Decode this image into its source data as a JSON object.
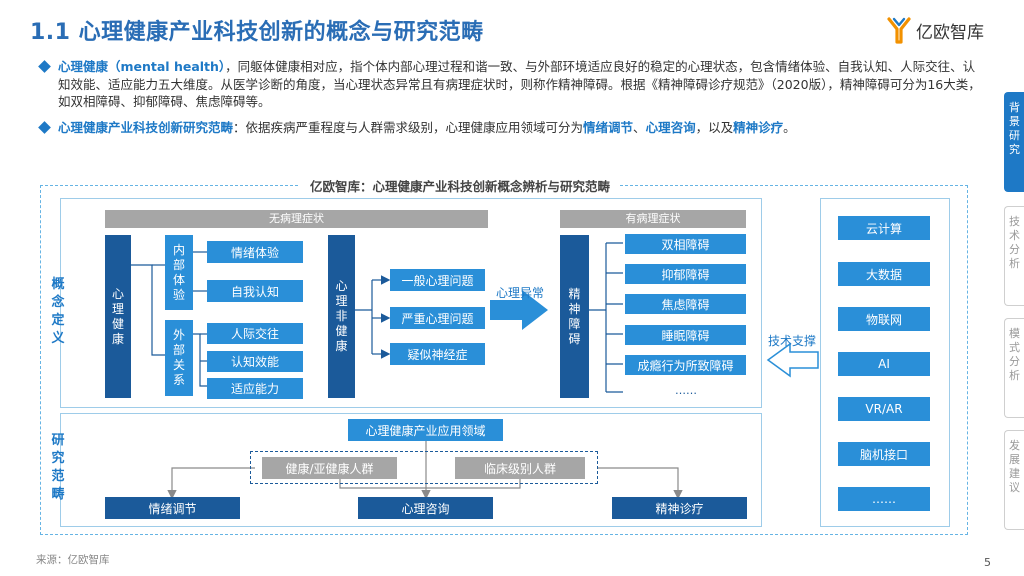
{
  "header": {
    "title": "1.1 心理健康产业科技创新的概念与研究范畴",
    "logo_text": "亿欧智库"
  },
  "bullets": [
    {
      "highlight": "心理健康（mental health）",
      "text": "，同躯体健康相对应，指个体内部心理过程和谐一致、与外部环境适应良好的稳定的心理状态，包含情绪体验、自我认知、人际交往、认知效能、适应能力五大维度。从医学诊断的角度，当心理状态异常且有病理症状时，则称作精神障碍。根据《精神障碍诊疗规范》（2020版），精神障碍可分为16大类，如双相障碍、抑郁障碍、焦虑障碍等。"
    },
    {
      "highlight": "心理健康产业科技创新研究范畴",
      "text": "：依据疾病严重程度与人群需求级别，心理健康应用领域可分为",
      "hl2": "情绪调节",
      "sep1": "、",
      "hl3": "心理咨询",
      "sep2": "，以及",
      "hl4": "精神诊疗",
      "end": "。"
    }
  ],
  "side_tabs": [
    {
      "label": "背景研究",
      "active": true
    },
    {
      "label": "技术分析",
      "active": false
    },
    {
      "label": "模式分析",
      "active": false
    },
    {
      "label": "发展建议",
      "active": false
    }
  ],
  "diagram": {
    "title": "亿欧智库：心理健康产业科技创新概念辨析与研究范畴",
    "concept_label": "概念定义",
    "scope_label": "研究范畴",
    "no_pathology": "无病理症状",
    "pathology": "有病理症状",
    "mental_health": "心理健康",
    "internal": "内部体验",
    "external": "外部关系",
    "internal_items": [
      "情绪体验",
      "自我认知"
    ],
    "external_items": [
      "人际交往",
      "认知效能",
      "适应能力"
    ],
    "non_health": "心理非健康",
    "problems": [
      "一般心理问题",
      "严重心理问题",
      "疑似神经症"
    ],
    "abnormal": "心理异常",
    "disorder": "精神障碍",
    "disorders": [
      "双相障碍",
      "抑郁障碍",
      "焦虑障碍",
      "睡眠障碍",
      "成瘾行为所致障碍",
      "……"
    ],
    "tech_support": "技术支撑",
    "techs": [
      "云计算",
      "大数据",
      "物联网",
      "AI",
      "VR/AR",
      "脑机接口",
      "……"
    ],
    "app_field": "心理健康产业应用领域",
    "groups": [
      "健康/亚健康人群",
      "临床级别人群"
    ],
    "applications": [
      "情绪调节",
      "心理咨询",
      "精神诊疗"
    ]
  },
  "footer": {
    "source": "来源：亿欧智库",
    "page": "5"
  },
  "colors": {
    "title_blue": "#2a6db5",
    "accent_blue": "#1e79c6",
    "navy": "#1b5a9a",
    "box_blue": "#2a8fd8",
    "gray": "#a6a6a6",
    "dashed_border": "#66b4e4"
  }
}
